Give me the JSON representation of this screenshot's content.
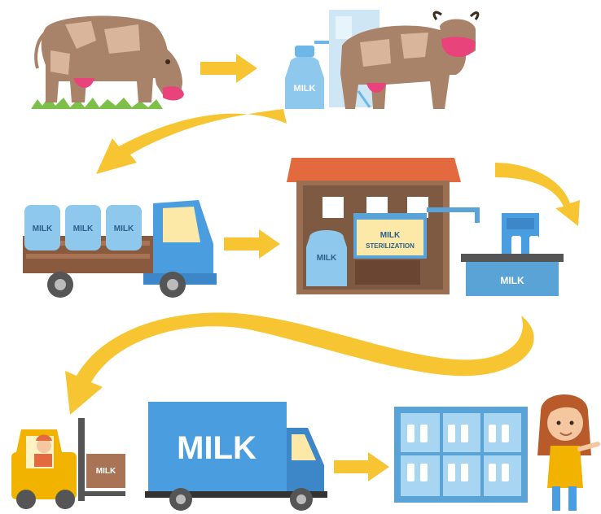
{
  "labels": {
    "milk_can_top": "MILK",
    "truck_can_1": "MILK",
    "truck_can_2": "MILK",
    "truck_can_3": "MILK",
    "factory_can": "MILK",
    "sterilization_line1": "MILK",
    "sterilization_line2": "STERILIZATION",
    "conveyor": "MILK",
    "forklift_crate": "MILK",
    "delivery_truck": "MILK"
  },
  "colors": {
    "arrow": "#f7c531",
    "cow_body": "#a9826a",
    "cow_spot": "#d9b59c",
    "udder": "#e8437a",
    "grass": "#7cc04a",
    "milk_blue": "#6cb7e8",
    "truck_blue": "#4a9ee0",
    "wood": "#8a5a3e",
    "factory_roof": "#e3693e",
    "factory_wall": "#9a6f52"
  }
}
